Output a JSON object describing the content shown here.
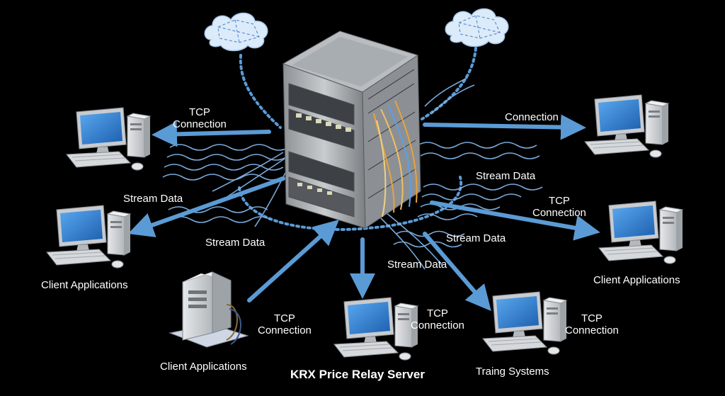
{
  "labels": {
    "tcp_left_top": [
      "TCP",
      "Connection"
    ],
    "connection_right_top": "Connection",
    "stream_left": "Stream Data",
    "stream_center_left": "Stream Data",
    "stream_right_top": "Stream Data",
    "tcp_right_mid": [
      "TCP",
      "Connection"
    ],
    "stream_right_mid": "Stream Data",
    "stream_bottom": "Stream Data",
    "client_apps_left": "Client Applications",
    "client_apps_right": "Client Applications",
    "tcp_bottom_left": [
      "TCP",
      "Connection"
    ],
    "tcp_bottom_center": [
      "TCP",
      "Connection"
    ],
    "tcp_bottom_right": [
      "TCP",
      "Connection"
    ],
    "client_apps_bottom": "Client Applications",
    "server_title": "KRX Price Relay Server",
    "trading_systems": "Traing Systems"
  },
  "colors": {
    "background": "#000000",
    "arrow": "#5b9bd5",
    "wave": "#7fb2e5",
    "cloud": "#dcebfa",
    "screen": "#2f78c8",
    "label": "#ffffff"
  }
}
